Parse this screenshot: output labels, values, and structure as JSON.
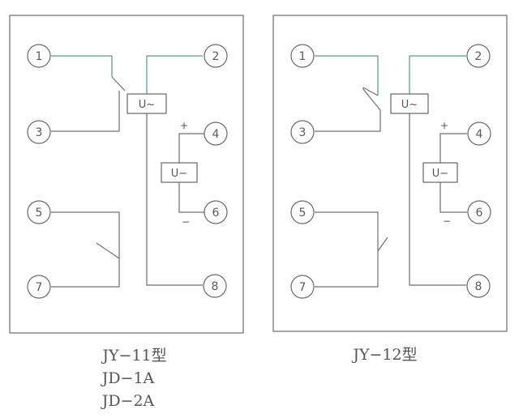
{
  "left_diagram": {
    "terminals": [
      "1",
      "2",
      "3",
      "4",
      "5",
      "6",
      "7",
      "8"
    ],
    "ac_unit_label": "U~",
    "dc_unit_label": "U−",
    "plus_sign": "+",
    "minus_sign": "−",
    "caption_lines": [
      "JY−11型",
      "JD−1A",
      "JD−2A"
    ]
  },
  "right_diagram": {
    "terminals": [
      "1",
      "2",
      "3",
      "4",
      "5",
      "6",
      "7",
      "8"
    ],
    "ac_unit_label": "U~",
    "dc_unit_label": "U−",
    "plus_sign": "+",
    "minus_sign": "−",
    "caption_lines": [
      "JY−12型"
    ]
  },
  "colors": {
    "line": "#6f6f6f",
    "accent_wire": "#4f9a86",
    "text": "#555555"
  }
}
